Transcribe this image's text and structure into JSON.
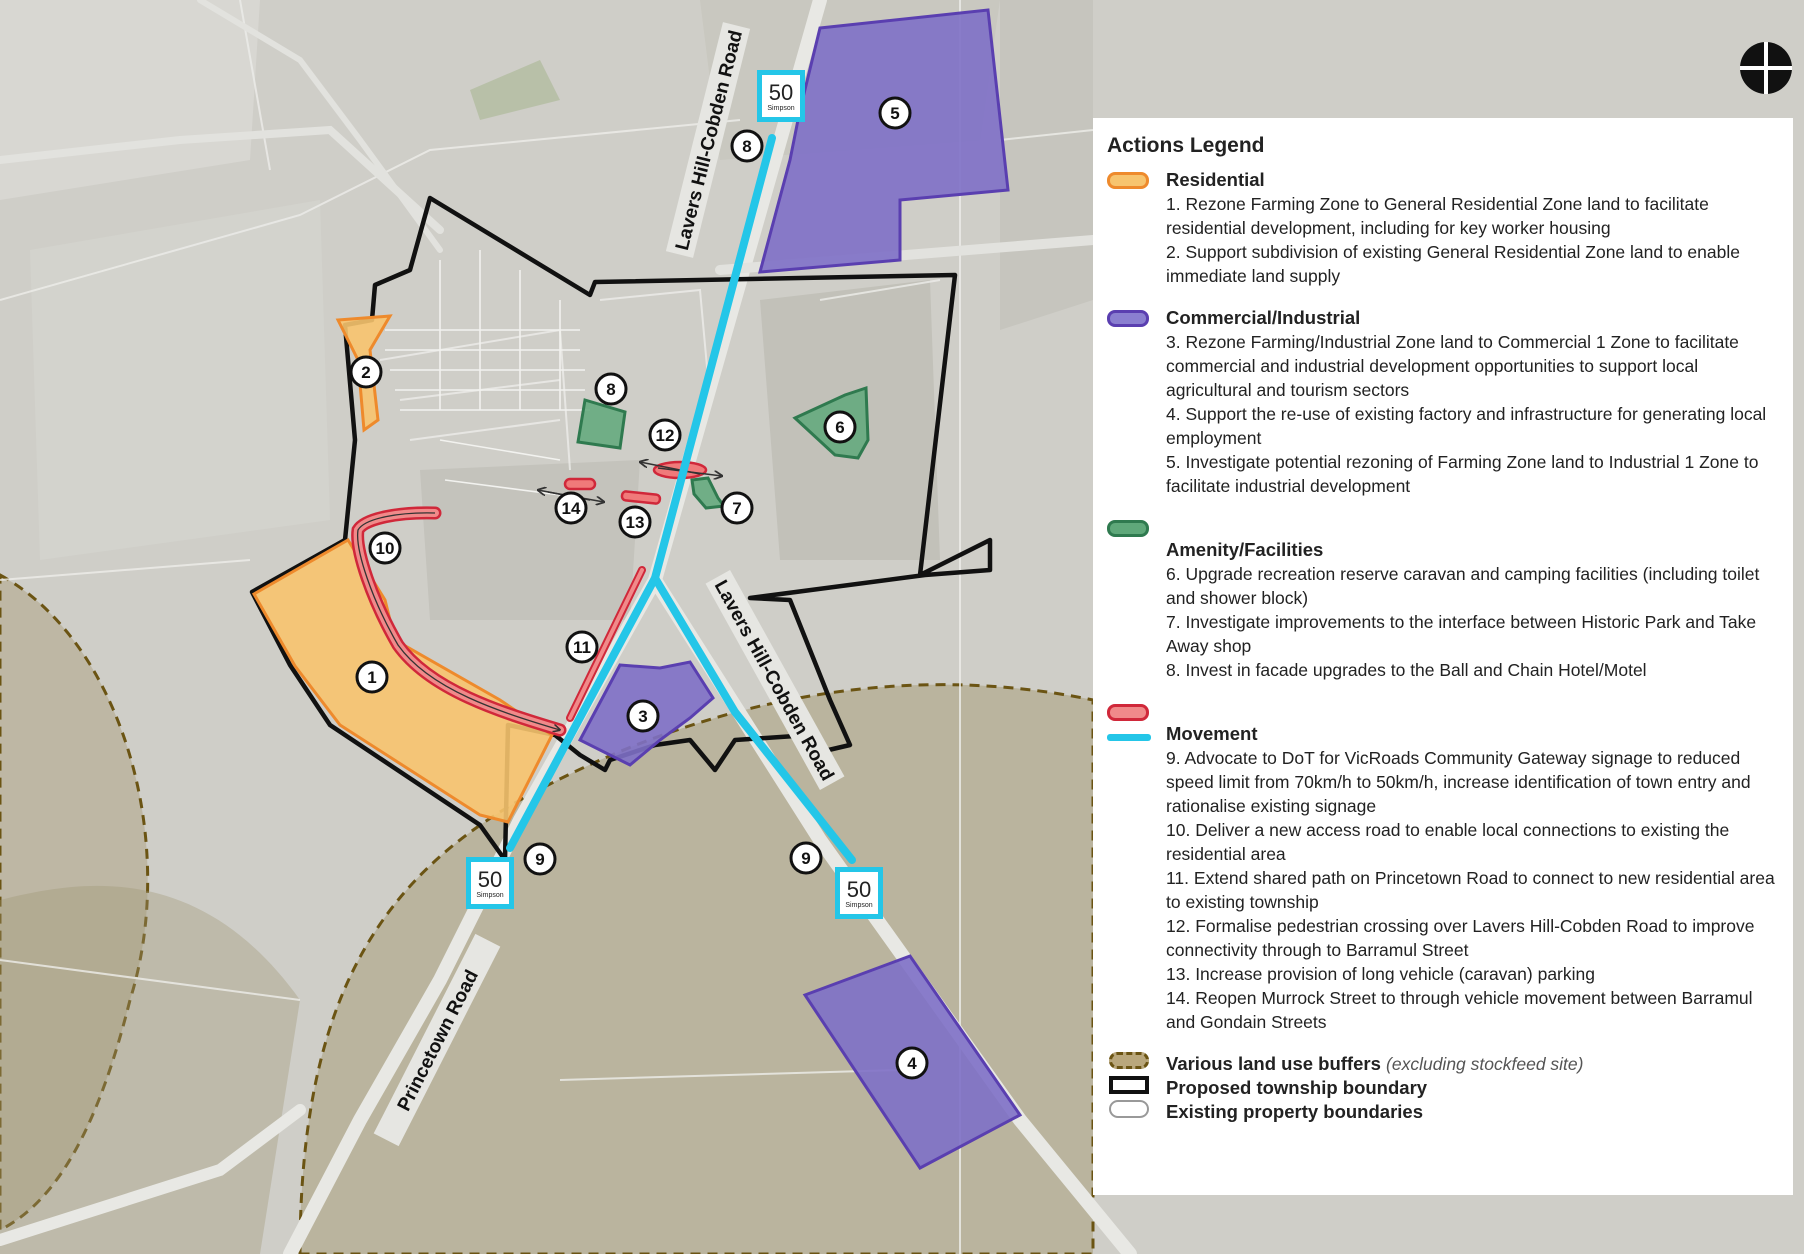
{
  "map": {
    "roads": {
      "north": "Lavers Hill-Cobden Road",
      "southeast": "Lavers Hill-Cobden Road",
      "southwest": "Princetown Road"
    },
    "speed_sign": {
      "value": "50",
      "town": "Simpson"
    },
    "markers": [
      "1",
      "2",
      "3",
      "4",
      "5",
      "6",
      "7",
      "8",
      "8",
      "9",
      "9",
      "10",
      "11",
      "12",
      "13",
      "14"
    ],
    "colors": {
      "residential": "#f7c46e",
      "commercial": "#8a7fd0",
      "amenity": "#5fa87a",
      "movement": "#e4404e",
      "movement_line": "#24c6e8",
      "township_boundary": "#111111",
      "buffer": "#6b5413"
    }
  },
  "north_arrow": {
    "icon": "north-arrow-icon"
  },
  "legend": {
    "title": "Actions Legend",
    "categories": [
      {
        "heading": "Residential",
        "items": [
          "1. Rezone Farming Zone to General Residential Zone land to facilitate residential development, including for key worker housing",
          "2. Support subdivision of existing General Residential Zone land to enable immediate land supply"
        ]
      },
      {
        "heading": "Commercial/Industrial",
        "items": [
          "3. Rezone Farming/Industrial Zone land to Commercial 1 Zone to facilitate commercial and industrial development opportunities to support local agricultural and tourism sectors",
          "4. Support the re-use of existing factory and infrastructure for generating local employment",
          "5. Investigate potential rezoning of Farming Zone land to Industrial 1 Zone to facilitate industrial development"
        ]
      },
      {
        "heading": "Amenity/Facilities",
        "items": [
          "6. Upgrade recreation reserve caravan and camping facilities (including toilet and shower block)",
          "7. Investigate improvements to the interface between Historic Park and Take Away shop",
          "8. Invest in facade upgrades to the Ball and Chain Hotel/Motel"
        ]
      },
      {
        "heading": "Movement",
        "items": [
          "9. Advocate to DoT for VicRoads Community Gateway signage to reduced speed limit from 70km/h to 50km/h, increase identification of town entry and  rationalise existing signage",
          "10. Deliver a new access road to enable local connections to existing the residential area",
          "11. Extend shared path on Princetown Road to connect to new residential area to existing township",
          "12. Formalise pedestrian crossing over Lavers Hill-Cobden Road to improve connectivity through to Barramul Street",
          "13. Increase provision of long vehicle (caravan) parking",
          "14. Reopen Murrock Street to through vehicle movement between Barramul and Gondain Streets"
        ]
      }
    ],
    "boundaries": {
      "buffers": "Various land use buffers",
      "buffers_note": "(excluding stockfeed site)",
      "township": "Proposed township boundary",
      "property": "Existing property boundaries"
    }
  }
}
